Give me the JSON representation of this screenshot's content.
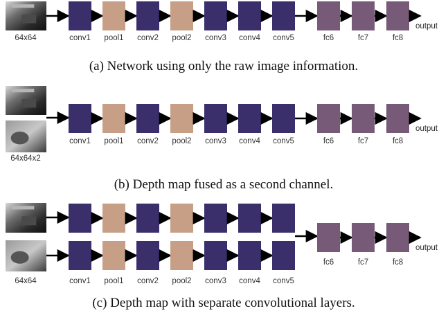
{
  "colors": {
    "conv": "#3b2f6b",
    "pool": "#c69f86",
    "fc": "#775a78",
    "arrow": "#000000"
  },
  "icons": {
    "rgb_image": "rgb-input-thumbnail-icon",
    "depth_image": "depth-input-thumbnail-icon"
  },
  "layers": {
    "conv_pool": [
      "conv1",
      "pool1",
      "conv2",
      "pool2",
      "conv3",
      "conv4",
      "conv5"
    ],
    "conv_pool_types": [
      "conv",
      "pool",
      "conv",
      "pool",
      "conv",
      "conv",
      "conv"
    ],
    "fc": [
      "fc6",
      "fc7",
      "fc8"
    ]
  },
  "panels": [
    {
      "id": "a",
      "input_label": "64x64",
      "output_label": "output",
      "caption": "(a) Network using only the raw image information."
    },
    {
      "id": "b",
      "input_label": "64x64x2",
      "output_label": "output",
      "caption": "(b) Depth map fused as a second channel."
    },
    {
      "id": "c",
      "input_label": "64x64",
      "output_label": "output",
      "caption": "(c) Depth map with separate convolutional layers."
    }
  ]
}
